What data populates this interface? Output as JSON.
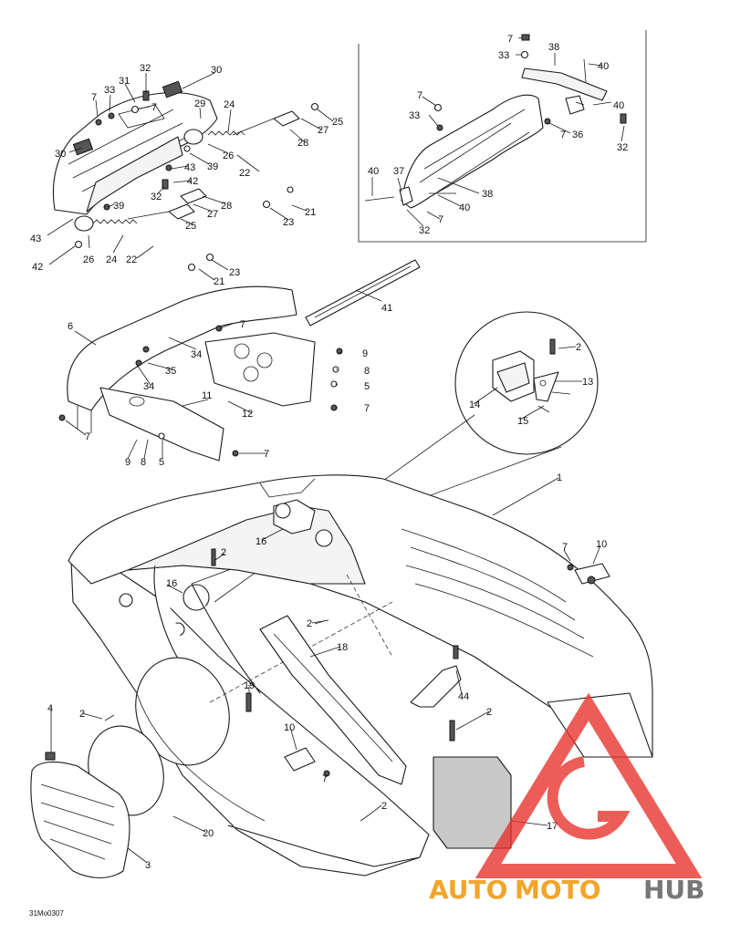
{
  "diagram_code": "31Mo0307",
  "colors": {
    "line": "#1a1a1a",
    "watermark_red": "#e8302a",
    "watermark_gold": "#f3a42a",
    "watermark_grey": "#777777"
  },
  "watermark": {
    "word_1": "AUTO",
    "word_2": "MOTO",
    "word_3": "HUB"
  },
  "callouts": {
    "c32a": "32",
    "c30a": "30",
    "c7a": "7",
    "c33a": "33",
    "c31": "31",
    "c7b": "7",
    "c29": "29",
    "c24a": "24",
    "c25a": "25",
    "c30b": "30",
    "c27a": "27",
    "c28a": "28",
    "c26a": "26",
    "c39a": "39",
    "c43a": "43",
    "c22a": "22",
    "c42a": "42",
    "c32b": "32",
    "c39b": "39",
    "c28b": "28",
    "c21a": "21",
    "c27b": "27",
    "c25b": "25",
    "c23a": "23",
    "c43b": "43",
    "c42b": "42",
    "c26b": "26",
    "c24b": "24",
    "c22b": "22",
    "c23b": "23",
    "c21b": "21",
    "c7c": "7",
    "c33b": "33",
    "c38a": "38",
    "c40a": "40",
    "c7d": "7",
    "c33c": "33",
    "c40b": "40",
    "c7e": "7",
    "c36": "36",
    "c32c": "32",
    "c40c": "40",
    "c37": "37",
    "c38b": "38",
    "c40d": "40",
    "c7f": "7",
    "c32d": "32",
    "c41": "41",
    "c6": "6",
    "c7g": "7",
    "c34a": "34",
    "c35": "35",
    "c34b": "34",
    "c9a": "9",
    "c8a": "8",
    "c5a": "5",
    "c7h": "7",
    "c11": "11",
    "c12": "12",
    "c7i": "7",
    "c7j": "7",
    "c9b": "9",
    "c8b": "8",
    "c5b": "5",
    "c2a": "2",
    "c13": "13",
    "c14": "14",
    "c15": "15",
    "c1": "1",
    "c16a": "16",
    "c2b": "2",
    "c16b": "16",
    "c7k": "7",
    "c10a": "10",
    "c2c": "2",
    "c18": "18",
    "c44": "44",
    "c19": "19",
    "c4": "4",
    "c2d": "2",
    "c2e": "2",
    "c10b": "10",
    "c7l": "7",
    "c2f": "2",
    "c20": "20",
    "c17": "17",
    "c3": "3"
  }
}
